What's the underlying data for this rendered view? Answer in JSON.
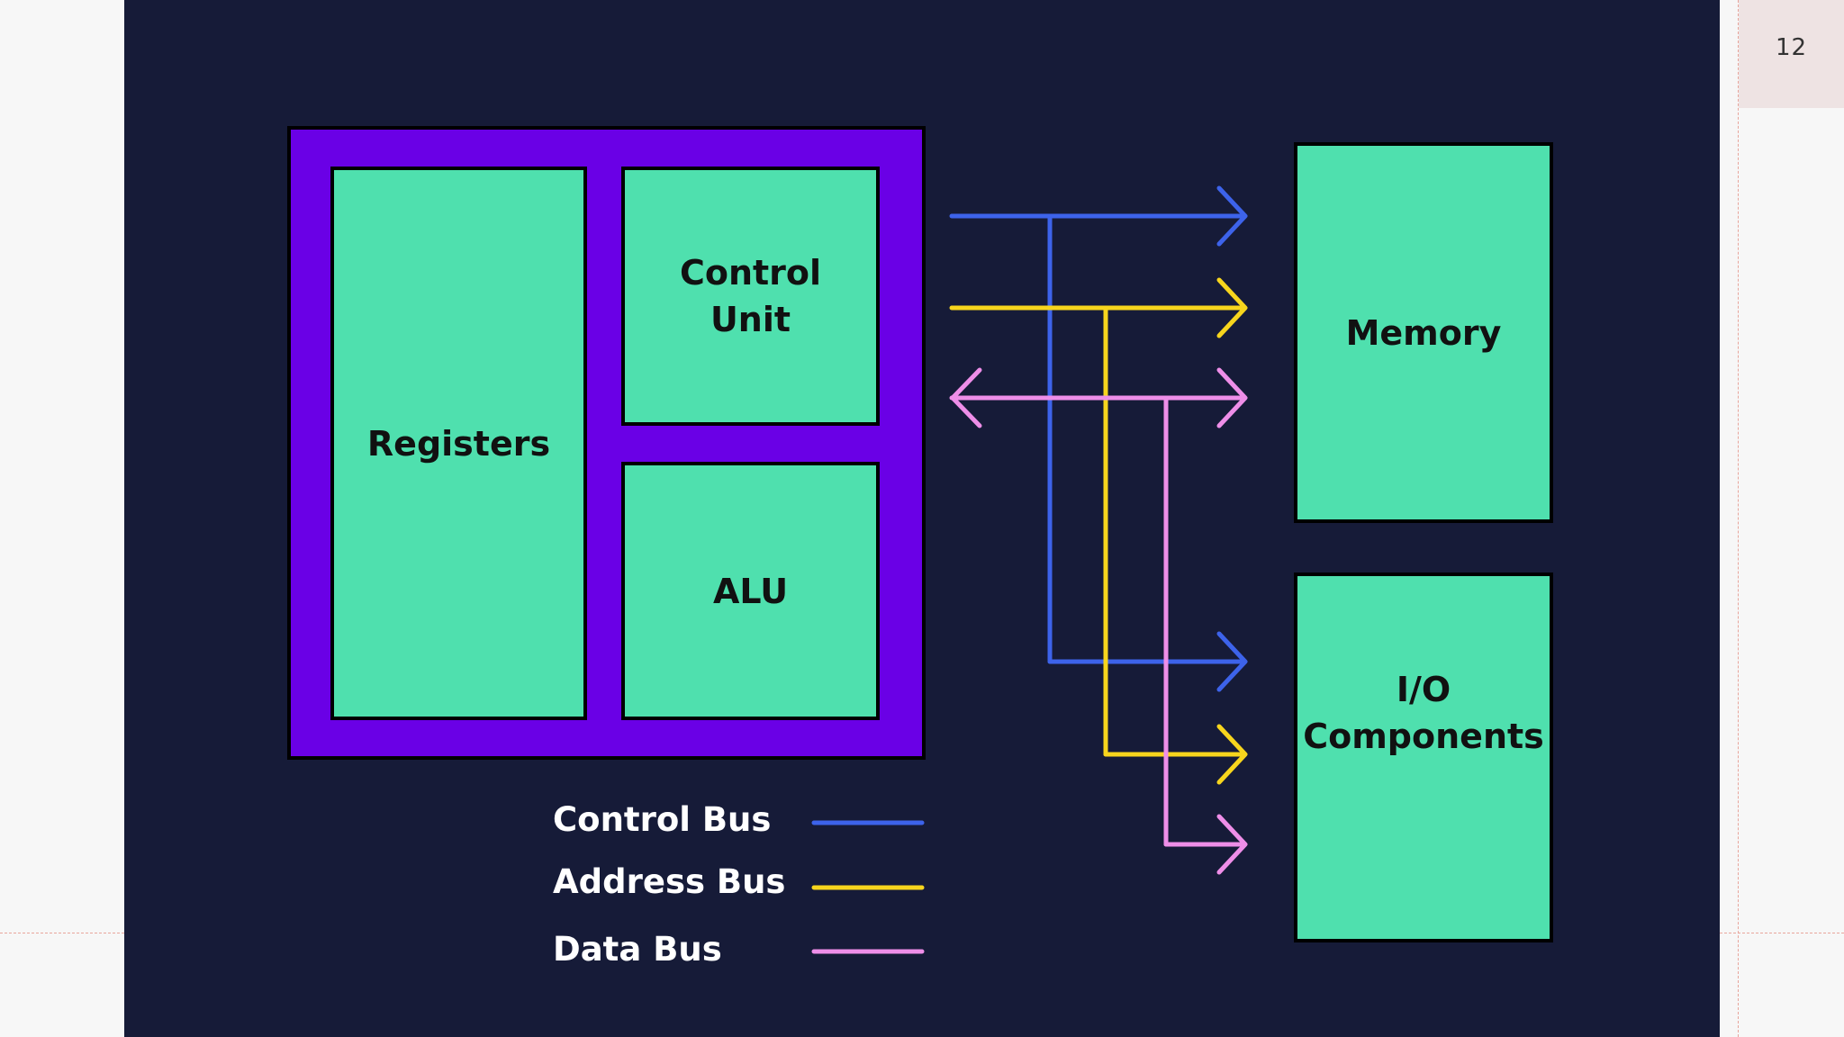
{
  "page": {
    "number": "12"
  },
  "diagram": {
    "blocks": {
      "registers": "Registers",
      "control_unit": "Control\nUnit",
      "alu": "ALU",
      "memory": "Memory",
      "io": "I/O\nComponents"
    },
    "legend": {
      "control_bus": "Control Bus",
      "address_bus": "Address Bus",
      "data_bus": "Data Bus"
    },
    "colors": {
      "slide_background": "#161b38",
      "cpu_background": "#6a00e6",
      "block_fill": "#4fe0ae",
      "control_bus": "#3d63ea",
      "address_bus": "#f7d51d",
      "data_bus": "#ee8ee8"
    }
  }
}
